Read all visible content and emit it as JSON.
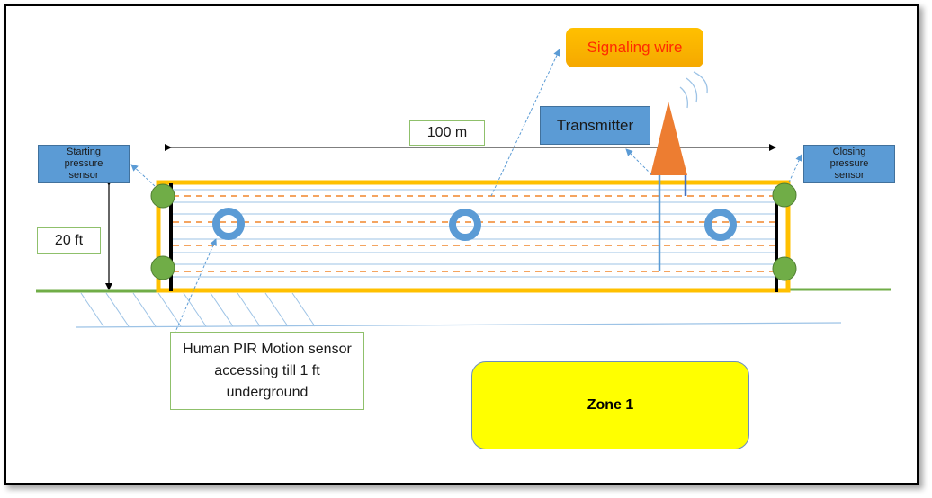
{
  "diagram": {
    "labels": {
      "signaling_wire": "Signaling wire",
      "transmitter": "Transmitter",
      "length": "100 m",
      "height": "20 ft",
      "starting_sensor": "Starting pressure sensor",
      "closing_sensor": "Closing pressure sensor",
      "pir_sensor": "Human PIR Motion sensor accessing till 1 ft underground",
      "zone": "Zone 1"
    },
    "colors": {
      "fence_border": "#ffc000",
      "sensor_post": "#70ad47",
      "pir_ring": "#5b9bd5",
      "dashed_wire": "#f4a460",
      "transmitter_antenna": "#ed7d31",
      "ground": "#70ad47",
      "zone_fill": "#ffff00"
    },
    "pir_sensor_count": 3,
    "pressure_sensor_count": 4
  }
}
